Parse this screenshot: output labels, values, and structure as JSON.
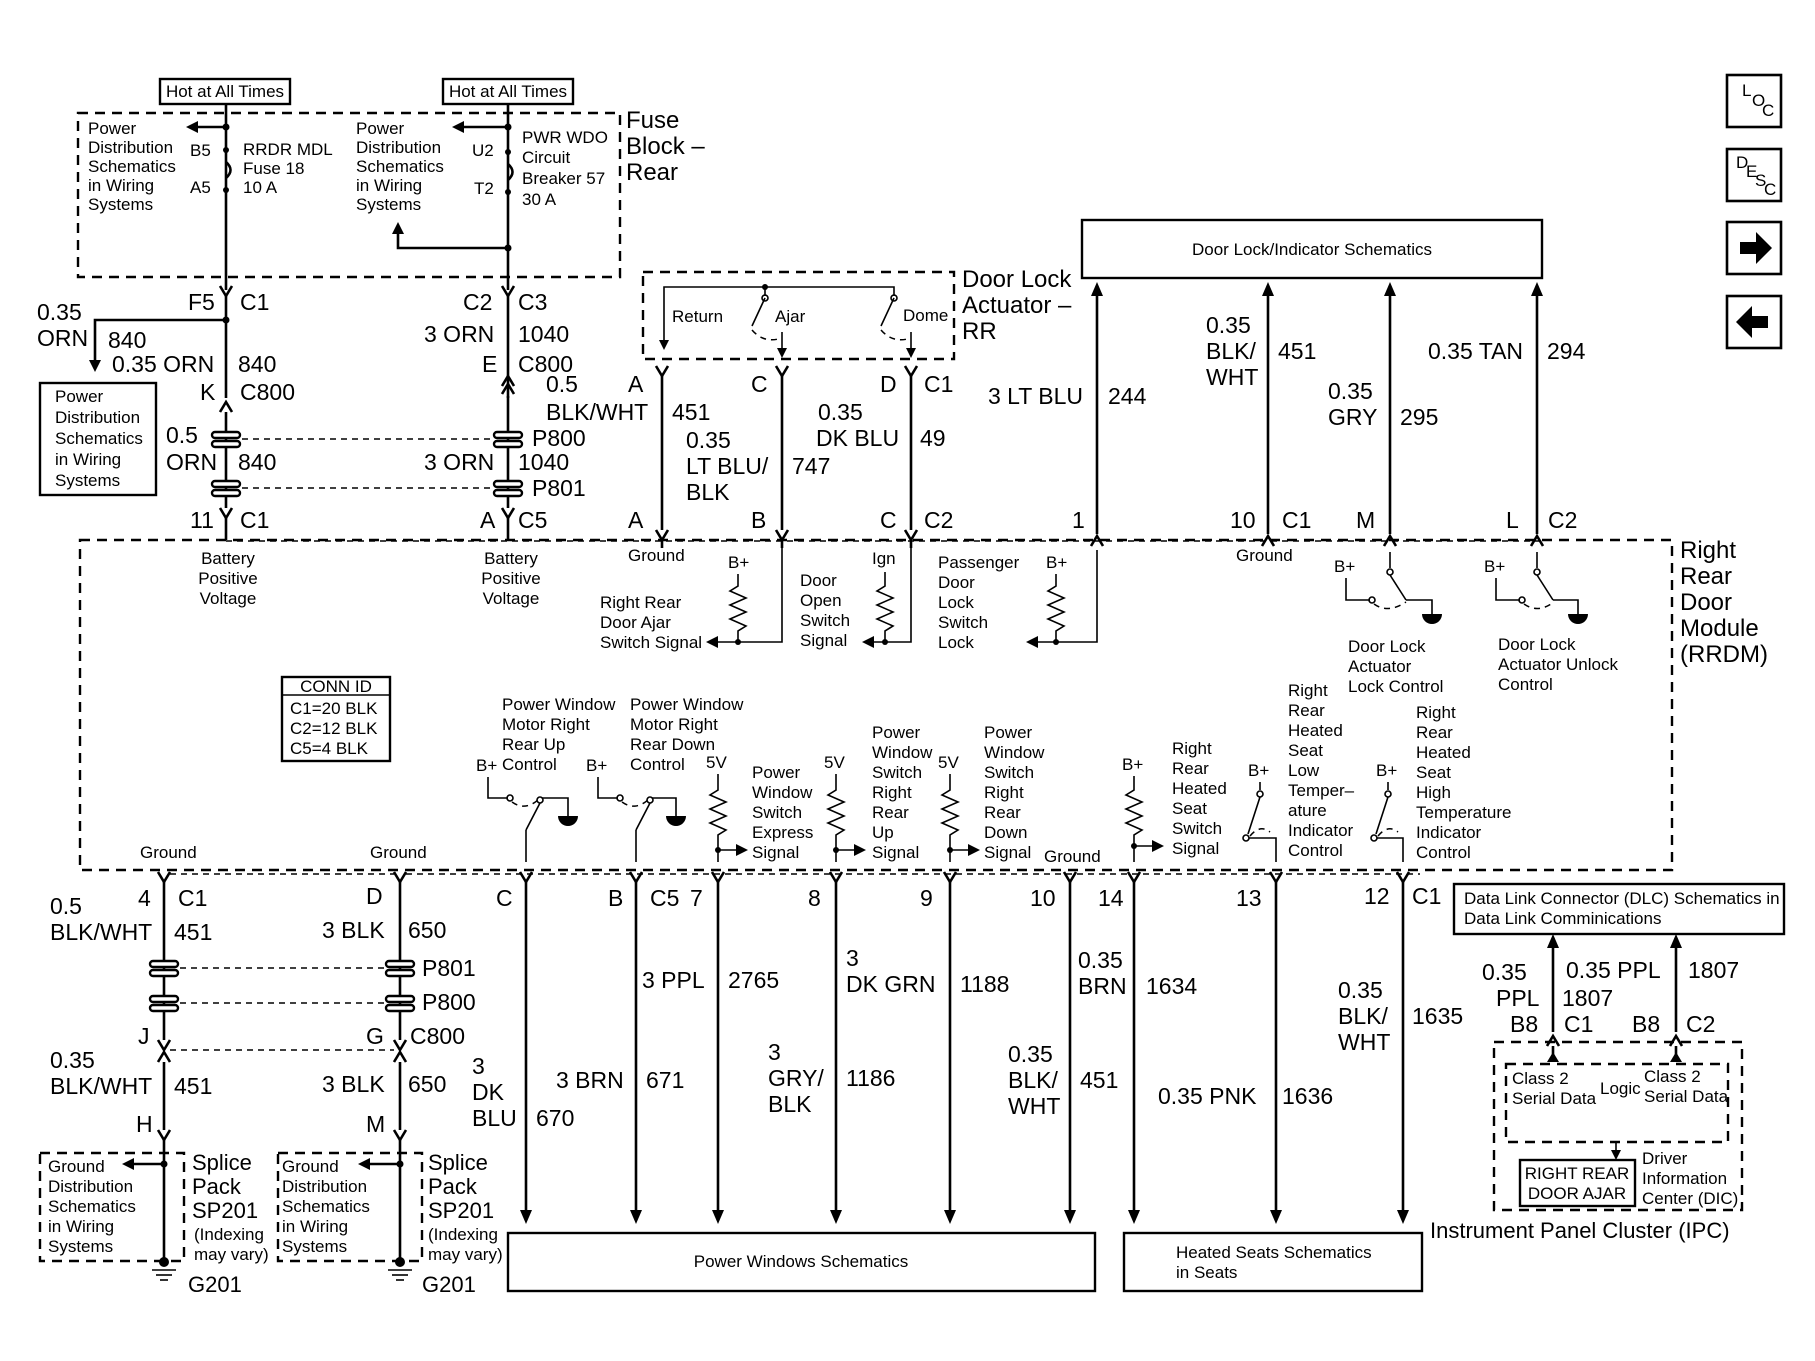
{
  "fuse_block": {
    "title_1": "Fuse",
    "title_2": "Block –",
    "title_3": "Rear",
    "hot_label_left": "Hot at All Times",
    "hot_label_right": "Hot at All Times",
    "pds_left": [
      "Power",
      "Distribution",
      "Schematics",
      "in Wiring",
      "Systems"
    ],
    "pds_right": [
      "Power",
      "Distribution",
      "Schematics",
      "in Wiring",
      "Systems"
    ],
    "fuse_pin_top": "B5",
    "fuse_pin_bottom": "A5",
    "fuse_text": [
      "RRDR MDL",
      "Fuse 18",
      "10 A"
    ],
    "cb_pin_top": "U2",
    "cb_pin_bottom": "T2",
    "cb_text": [
      "PWR WDO",
      "Circuit",
      "Breaker 57",
      "30 A"
    ]
  },
  "upper_left_wiring": {
    "f5": "F5",
    "c1_a": "C1",
    "c2_a": "C2",
    "c3_a": "C3",
    "w840_size": "0.35",
    "w840_color": "ORN",
    "w840_num": "840",
    "w840_full": "0.35 ORN",
    "w840_num2": "840",
    "w1040_color": "3 ORN",
    "w1040_num": "1040",
    "k": "K",
    "c800_a": "C800",
    "e": "E",
    "c800_b": "C800",
    "pds_box": [
      "Power",
      "Distribution",
      "Schematics",
      "in Wiring",
      "Systems"
    ],
    "w840_size_b": "0.5",
    "p800": "P800",
    "w840_color_b": "ORN",
    "w840_num_b": "840",
    "w1040_color_b": "3 ORN",
    "w1040_num_b": "1040",
    "p801": "P801",
    "pin_11": "11",
    "c1_b": "C1",
    "pin_a": "A",
    "c5_a": "C5"
  },
  "door_lock_actuator": {
    "title_1": "Door Lock",
    "title_2": "Actuator –",
    "title_3": "RR",
    "return": "Return",
    "ajar": "Ajar",
    "dome": "Dome",
    "pin_a": "A",
    "pin_c": "C",
    "pin_d": "D",
    "c1": "C1",
    "w451_size": "0.5",
    "w451_color": "BLK/WHT",
    "w451_num": "451",
    "w747_size": "0.35",
    "w747_color_1": "LT BLU/",
    "w747_color_2": "BLK",
    "w747_num": "747",
    "w49_size": "0.35",
    "w49_color": "DK BLU",
    "w49_num": "49",
    "pin_a2": "A",
    "pin_b2": "B",
    "pin_c2": "C",
    "c2": "C2"
  },
  "door_lock_indicator": {
    "box": "Door Lock/Indicator Schematics",
    "w244_color": "3 LT BLU",
    "w244_num": "244",
    "w451_size": "0.35",
    "w451_color_1": "BLK/",
    "w451_color_2": "WHT",
    "w451_num": "451",
    "w295_size": "0.35",
    "w295_color": "GRY",
    "w295_num": "295",
    "w294_color": "0.35 TAN",
    "w294_num": "294",
    "pin_1": "1",
    "pin_10": "10",
    "c1": "C1",
    "pin_m": "M",
    "pin_l": "L",
    "c2": "C2"
  },
  "rrdm": {
    "title": [
      "Right",
      "Rear",
      "Door",
      "Module",
      "(RRDM)"
    ],
    "bpv_left": [
      "Battery",
      "Positive",
      "Voltage"
    ],
    "bpv_right": [
      "Battery",
      "Positive",
      "Voltage"
    ],
    "ground_top": "Ground",
    "ground_top_right": "Ground",
    "bplus": "B+",
    "ign": "Ign",
    "v5": "5V",
    "door_ajar_signal": [
      "Right Rear",
      "Door Ajar",
      "Switch Signal"
    ],
    "door_open_signal": [
      "Door",
      "Open",
      "Switch",
      "Signal"
    ],
    "pass_lock": [
      "Passenger",
      "Door",
      "Lock",
      "Switch",
      "Lock"
    ],
    "lock_control": [
      "Door Lock",
      "Actuator",
      "Lock Control"
    ],
    "unlock_control": [
      "Door Lock",
      "Actuator Unlock",
      "Control"
    ],
    "conn_id_title": "CONN ID",
    "conn_id": [
      "C1=20 BLK",
      "C2=12 BLK",
      "C5=4 BLK"
    ],
    "pw_up": [
      "Power Window",
      "Motor Right",
      "Rear Up",
      "Control"
    ],
    "pw_down": [
      "Power Window",
      "Motor Right",
      "Rear Down",
      "Control"
    ],
    "pw_express": [
      "Power",
      "Window",
      "Switch",
      "Express",
      "Signal"
    ],
    "pw_up_signal": [
      "Power",
      "Window",
      "Switch",
      "Right",
      "Rear",
      "Up",
      "Signal"
    ],
    "pw_down_signal": [
      "Power",
      "Window",
      "Switch",
      "Right",
      "Rear",
      "Down",
      "Signal"
    ],
    "seat_switch": [
      "Right",
      "Rear",
      "Heated",
      "Seat",
      "Switch",
      "Signal"
    ],
    "seat_low": [
      "Right",
      "Rear",
      "Heated",
      "Seat",
      "Low",
      "Temper–",
      "ature",
      "Indicator",
      "Control"
    ],
    "seat_high": [
      "Right",
      "Rear",
      "Heated",
      "Seat",
      "High",
      "Temperature",
      "Indicator",
      "Control"
    ],
    "ground_bl": "Ground",
    "ground_bm": "Ground",
    "ground_br": "Ground"
  },
  "lower_left_wiring": {
    "pin_4": "4",
    "c1": "C1",
    "pin_d": "D",
    "w451_size": "0.5",
    "w451_color": "BLK/WHT",
    "w451_num": "451",
    "w650_color": "3 BLK",
    "w650_num": "650",
    "p801": "P801",
    "p800": "P800",
    "pin_j": "J",
    "pin_g": "G",
    "c800": "C800",
    "w451_size_b": "0.35",
    "w451_color_b": "BLK/WHT",
    "w451_num_b": "451",
    "w650_color_b": "3 BLK",
    "w650_num_b": "650",
    "pin_h": "H",
    "pin_m": "M",
    "gds_left": [
      "Ground",
      "Distribution",
      "Schematics",
      "in Wiring",
      "Systems"
    ],
    "gds_right": [
      "Ground",
      "Distribution",
      "Schematics",
      "in Wiring",
      "Systems"
    ],
    "splice_left": [
      "Splice",
      "Pack",
      "SP201",
      "(Indexing",
      "may vary)"
    ],
    "splice_right": [
      "Splice",
      "Pack",
      "SP201",
      "(Indexing",
      "may vary)"
    ],
    "g201_left": "G201",
    "g201_right": "G201"
  },
  "lower_wires": {
    "pin_c": "C",
    "pin_b": "B",
    "c5": "C5",
    "pin_7": "7",
    "pin_8": "8",
    "pin_9": "9",
    "pin_10": "10",
    "pin_14": "14",
    "pin_13": "13",
    "pin_12": "12",
    "c1": "C1",
    "w670_size": "3",
    "w670_color_1": "DK",
    "w670_color_2": "BLU",
    "w670_num": "670",
    "w671_color": "3 BRN",
    "w671_num": "671",
    "w2765_color": "3 PPL",
    "w2765_num": "2765",
    "w1188_size": "3",
    "w1188_color": "DK GRN",
    "w1188_num": "1188",
    "w1186_size": "3",
    "w1186_color_1": "GRY/",
    "w1186_color_2": "BLK",
    "w1186_num": "1186",
    "w451_size": "0.35",
    "w451_color_1": "BLK/",
    "w451_color_2": "WHT",
    "w451_num": "451",
    "w1634_size": "0.35",
    "w1634_color": "BRN",
    "w1634_num": "1634",
    "w1636_color": "0.35 PNK",
    "w1636_num": "1636",
    "w1635_size": "0.35",
    "w1635_color_1": "BLK/",
    "w1635_color_2": "WHT",
    "w1635_num": "1635",
    "power_windows_box": "Power Windows Schematics",
    "heated_seats_box": [
      "Heated Seats Schematics",
      "in Seats"
    ]
  },
  "ipc": {
    "dlc_box": [
      "Data Link Connector (DLC) Schematics in",
      "Data Link Comminications"
    ],
    "w1807_size": "0.35",
    "w1807_color": "PPL",
    "w1807_num": "1807",
    "w1807b_color": "0.35 PPL",
    "w1807b_num": "1807",
    "b8_a": "B8",
    "c1": "C1",
    "b8_b": "B8",
    "c2": "C2",
    "class2_left": [
      "Class 2",
      "Serial Data"
    ],
    "logic": "Logic",
    "class2_right": [
      "Class 2",
      "Serial Data"
    ],
    "display": [
      "RIGHT REAR",
      "DOOR AJAR"
    ],
    "dic": [
      "Driver",
      "Information",
      "Center (DIC)"
    ],
    "title": "Instrument Panel Cluster (IPC)"
  },
  "nav": {
    "loc": [
      "L",
      "O",
      "C"
    ],
    "desc": [
      "D",
      "E",
      "S",
      "C"
    ],
    "next_glyph": "➡",
    "prev_glyph": "⬅"
  }
}
